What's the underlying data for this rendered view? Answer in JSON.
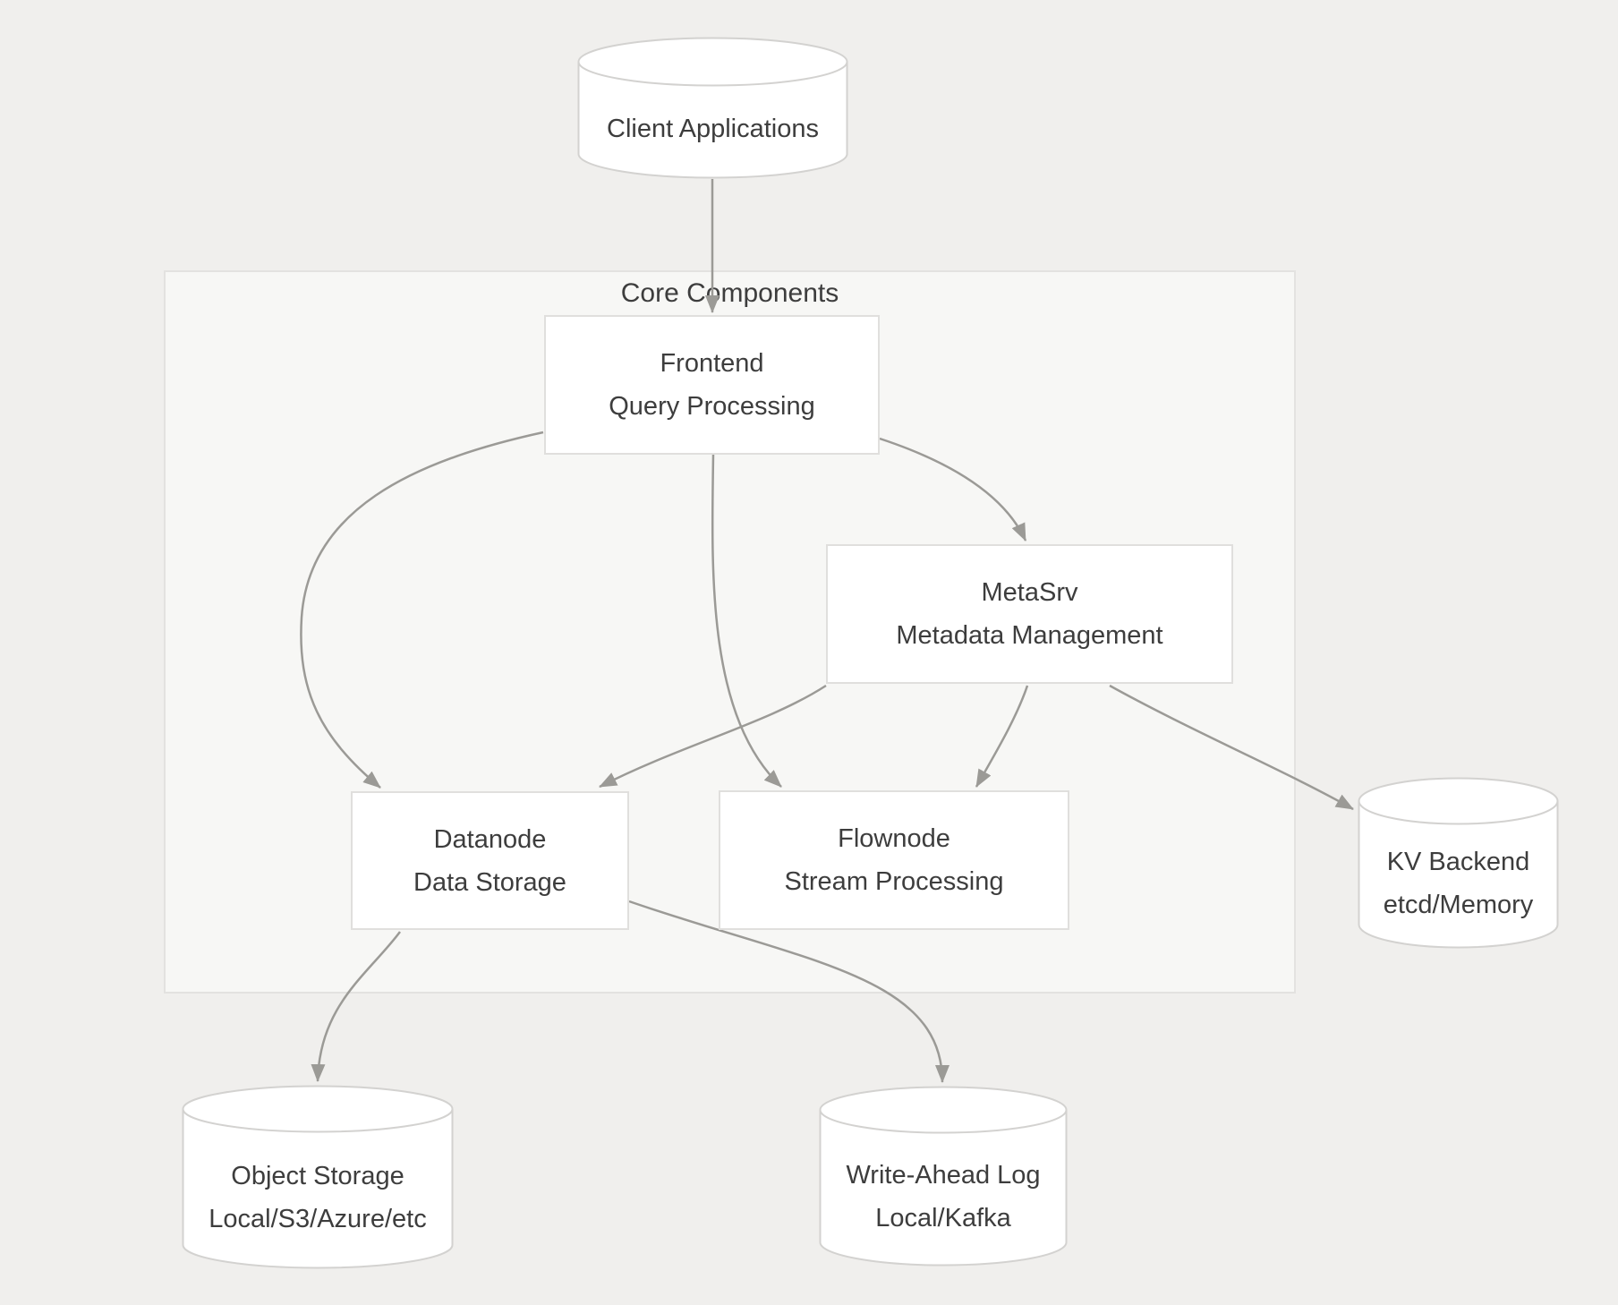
{
  "diagram": {
    "container": {
      "label": "Core Components"
    },
    "nodes": {
      "client": {
        "shape": "cylinder",
        "line1": "Client Applications"
      },
      "frontend": {
        "shape": "rect",
        "line1": "Frontend",
        "line2": "Query Processing"
      },
      "metasrv": {
        "shape": "rect",
        "line1": "MetaSrv",
        "line2": "Metadata Management"
      },
      "datanode": {
        "shape": "rect",
        "line1": "Datanode",
        "line2": "Data Storage"
      },
      "flownode": {
        "shape": "rect",
        "line1": "Flownode",
        "line2": "Stream Processing"
      },
      "kv_backend": {
        "shape": "cylinder",
        "line1": "KV Backend",
        "line2": "etcd/Memory"
      },
      "object_storage": {
        "shape": "cylinder",
        "line1": "Object Storage",
        "line2": "Local/S3/Azure/etc"
      },
      "write_ahead_log": {
        "shape": "cylinder",
        "line1": "Write-Ahead Log",
        "line2": "Local/Kafka"
      }
    },
    "edges": [
      {
        "from": "client",
        "to": "frontend"
      },
      {
        "from": "frontend",
        "to": "datanode"
      },
      {
        "from": "frontend",
        "to": "flownode"
      },
      {
        "from": "frontend",
        "to": "metasrv"
      },
      {
        "from": "metasrv",
        "to": "datanode"
      },
      {
        "from": "metasrv",
        "to": "flownode"
      },
      {
        "from": "metasrv",
        "to": "kv_backend"
      },
      {
        "from": "datanode",
        "to": "object_storage"
      },
      {
        "from": "datanode",
        "to": "write_ahead_log"
      }
    ],
    "colors": {
      "background": "#f0efed",
      "cluster_fill": "#f7f7f5",
      "cluster_border": "#e3e2e0",
      "node_fill": "#ffffff",
      "node_border": "#e0dfdd",
      "cylinder_border": "#d3d2d0",
      "edge": "#9b9a96",
      "text": "#3d3d3d"
    }
  }
}
